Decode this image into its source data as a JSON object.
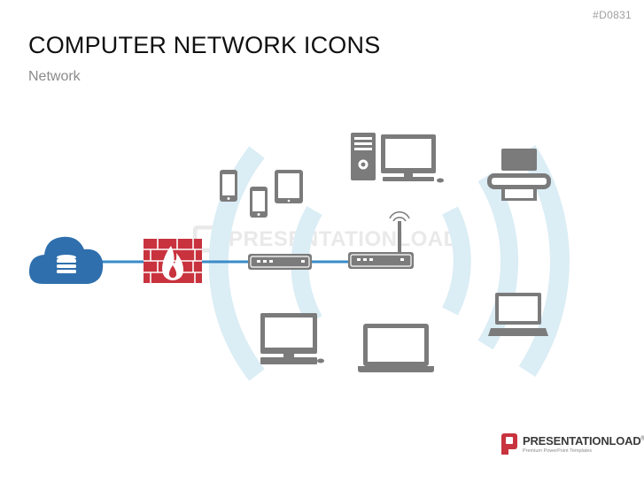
{
  "header": {
    "code": "#D0831",
    "title": "COMPUTER NETWORK ICONS",
    "subtitle": "Network"
  },
  "watermark": {
    "text": "PRESENTATIONLOAD"
  },
  "brand": {
    "name_part1": "PRESENTATION",
    "name_part2": "LOAD",
    "registered": "®",
    "tagline": "Premium PowerPoint Templates"
  },
  "colors": {
    "cloud": "#2f6fad",
    "firewall": "#c8333e",
    "device": "#7b7b7b",
    "wave": "#dbedf5",
    "link": "#3a8bc9",
    "brand_red": "#c8333e"
  },
  "nodes": [
    {
      "id": "cloud",
      "icon": "cloud-database-icon"
    },
    {
      "id": "firewall",
      "icon": "firewall-icon"
    },
    {
      "id": "switch",
      "icon": "network-switch-icon"
    },
    {
      "id": "router",
      "icon": "wireless-router-icon"
    },
    {
      "id": "smartphone",
      "icon": "smartphone-icon"
    },
    {
      "id": "phone-small",
      "icon": "phone-icon"
    },
    {
      "id": "tablet",
      "icon": "tablet-icon"
    },
    {
      "id": "desktop-tower",
      "icon": "desktop-tower-icon"
    },
    {
      "id": "desktop-monitor",
      "icon": "monitor-icon"
    },
    {
      "id": "printer",
      "icon": "printer-icon"
    },
    {
      "id": "laptop-center",
      "icon": "laptop-icon"
    },
    {
      "id": "laptop-right",
      "icon": "laptop-icon"
    },
    {
      "id": "desktop-bottom",
      "icon": "desktop-computer-icon"
    }
  ]
}
